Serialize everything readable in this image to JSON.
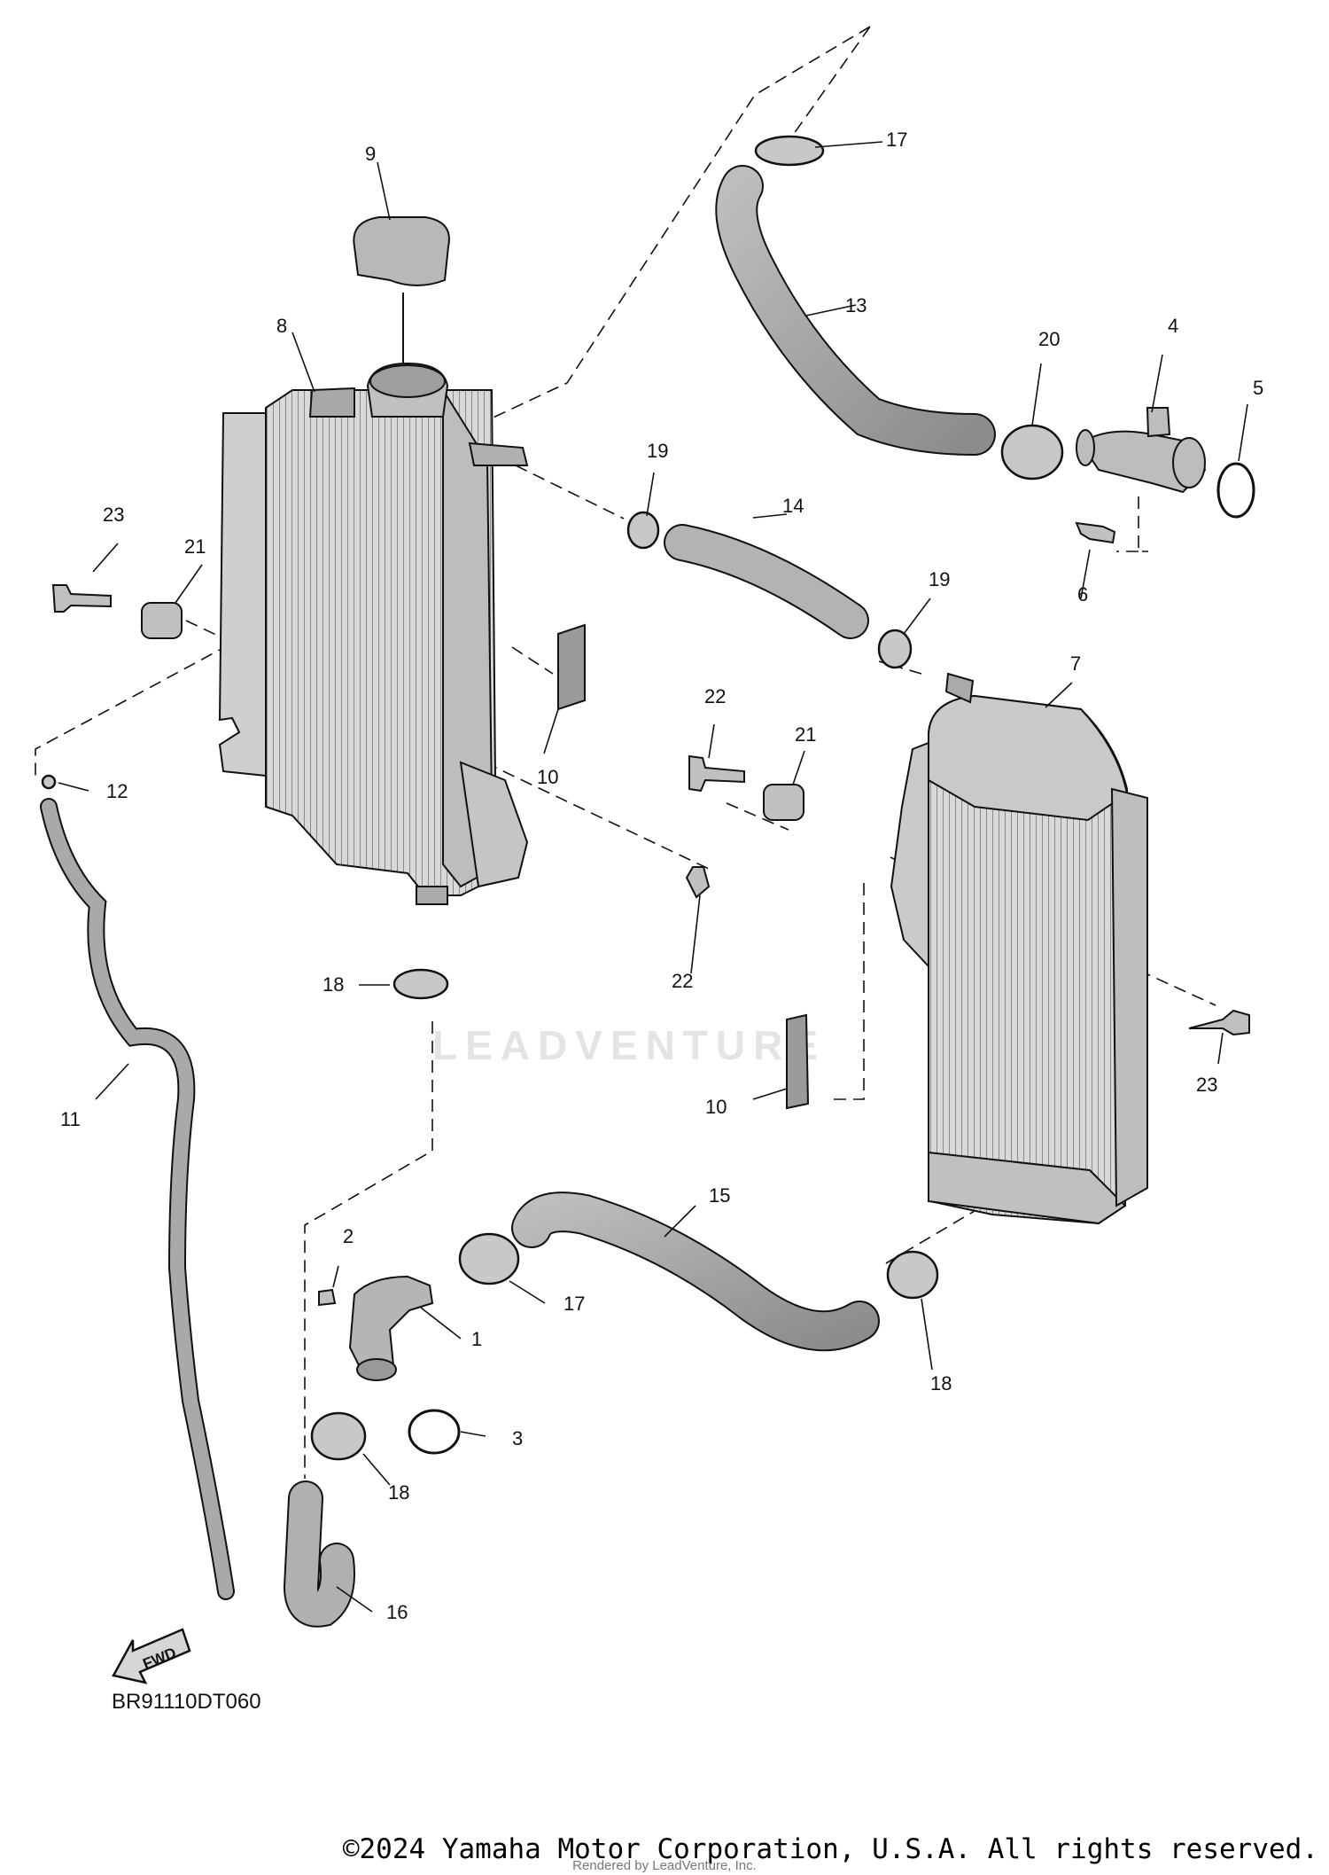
{
  "diagram": {
    "code": "BR91110DT060",
    "watermark": "LEADVENTURE",
    "fwd_label": "FWD",
    "callouts": [
      {
        "id": "c9",
        "text": "9"
      },
      {
        "id": "c8",
        "text": "8"
      },
      {
        "id": "c17a",
        "text": "17"
      },
      {
        "id": "c13",
        "text": "13"
      },
      {
        "id": "c20",
        "text": "20"
      },
      {
        "id": "c4",
        "text": "4"
      },
      {
        "id": "c5",
        "text": "5"
      },
      {
        "id": "c19a",
        "text": "19"
      },
      {
        "id": "c14",
        "text": "14"
      },
      {
        "id": "c6",
        "text": "6"
      },
      {
        "id": "c19b",
        "text": "19"
      },
      {
        "id": "c23a",
        "text": "23"
      },
      {
        "id": "c21a",
        "text": "21"
      },
      {
        "id": "c7",
        "text": "7"
      },
      {
        "id": "c22a",
        "text": "22"
      },
      {
        "id": "c21b",
        "text": "21"
      },
      {
        "id": "c12",
        "text": "12"
      },
      {
        "id": "c10a",
        "text": "10"
      },
      {
        "id": "c22b",
        "text": "22"
      },
      {
        "id": "c18a",
        "text": "18"
      },
      {
        "id": "c23b",
        "text": "23"
      },
      {
        "id": "c11",
        "text": "11"
      },
      {
        "id": "c10b",
        "text": "10"
      },
      {
        "id": "c15",
        "text": "15"
      },
      {
        "id": "c2",
        "text": "2"
      },
      {
        "id": "c1",
        "text": "1"
      },
      {
        "id": "c17b",
        "text": "17"
      },
      {
        "id": "c18b",
        "text": "18"
      },
      {
        "id": "c3",
        "text": "3"
      },
      {
        "id": "c18c",
        "text": "18"
      },
      {
        "id": "c16",
        "text": "16"
      }
    ]
  },
  "footer": {
    "copyright": "©2024 Yamaha Motor Corporation, U.S.A. All rights reserved.",
    "rendered_by": "Rendered by LeadVenture, Inc."
  }
}
